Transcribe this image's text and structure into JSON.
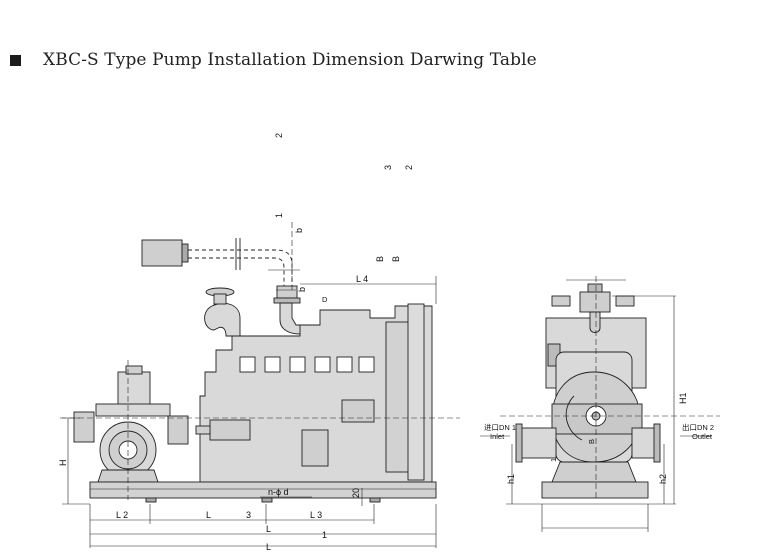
{
  "title": "XBC-S Type Pump Installation Dimension Darwing Table",
  "labels": {
    "n2_top": "2",
    "n3": "3",
    "n2_right": "2",
    "n1_top": "1",
    "b_top": "b",
    "B1": "B",
    "B2": "B",
    "L4": "L 4",
    "b_mid": "b",
    "D": "D",
    "H": "H",
    "n_phi_d": "n-ϕ d",
    "n20": "20",
    "L2": "L 2",
    "L_mid": "L",
    "n3_bottom": "3",
    "L3": "L 3",
    "L_row2": "L",
    "n1_row2": "1",
    "L_row3": "L",
    "inlet_cn": "进口DN  1",
    "inlet_en": "Inlet",
    "outlet_cn": "出口DN  2",
    "outlet_en": "Outlet",
    "H1": "H1",
    "h1": "h1",
    "h2": "h2",
    "B_side": "B",
    "n1_side": "1"
  }
}
